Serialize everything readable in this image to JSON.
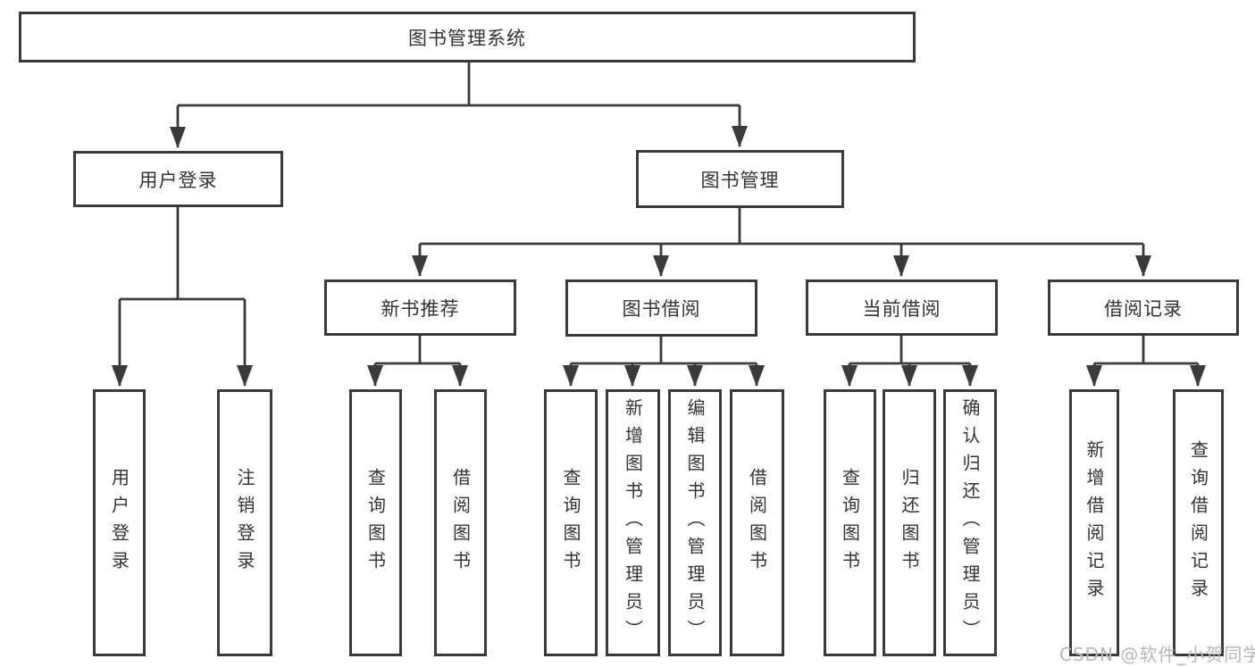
{
  "tree": {
    "root": {
      "label": "图书管理系统"
    },
    "level1": [
      {
        "label": "用户登录",
        "children": [
          "用户登录",
          "注销登录"
        ]
      },
      {
        "label": "图书管理"
      }
    ],
    "level2": [
      {
        "label": "新书推荐",
        "children": [
          "查询图书",
          "借阅图书"
        ]
      },
      {
        "label": "图书借阅",
        "children": [
          "查询图书",
          "新增图书（管理员）",
          "编辑图书（管理员）",
          "借阅图书"
        ]
      },
      {
        "label": "当前借阅",
        "children": [
          "查询图书",
          "归还图书",
          "确认归还（管理员）"
        ]
      },
      {
        "label": "借阅记录",
        "children": [
          "新增借阅记录",
          "查询借阅记录"
        ]
      }
    ]
  },
  "watermark": "CSDN @软件_小贺同学",
  "colors": {
    "line": "#3a3a3a",
    "border": "#3a3a3a",
    "text": "#333333",
    "watermark": "#b7b7b7",
    "background": "#ffffff"
  }
}
